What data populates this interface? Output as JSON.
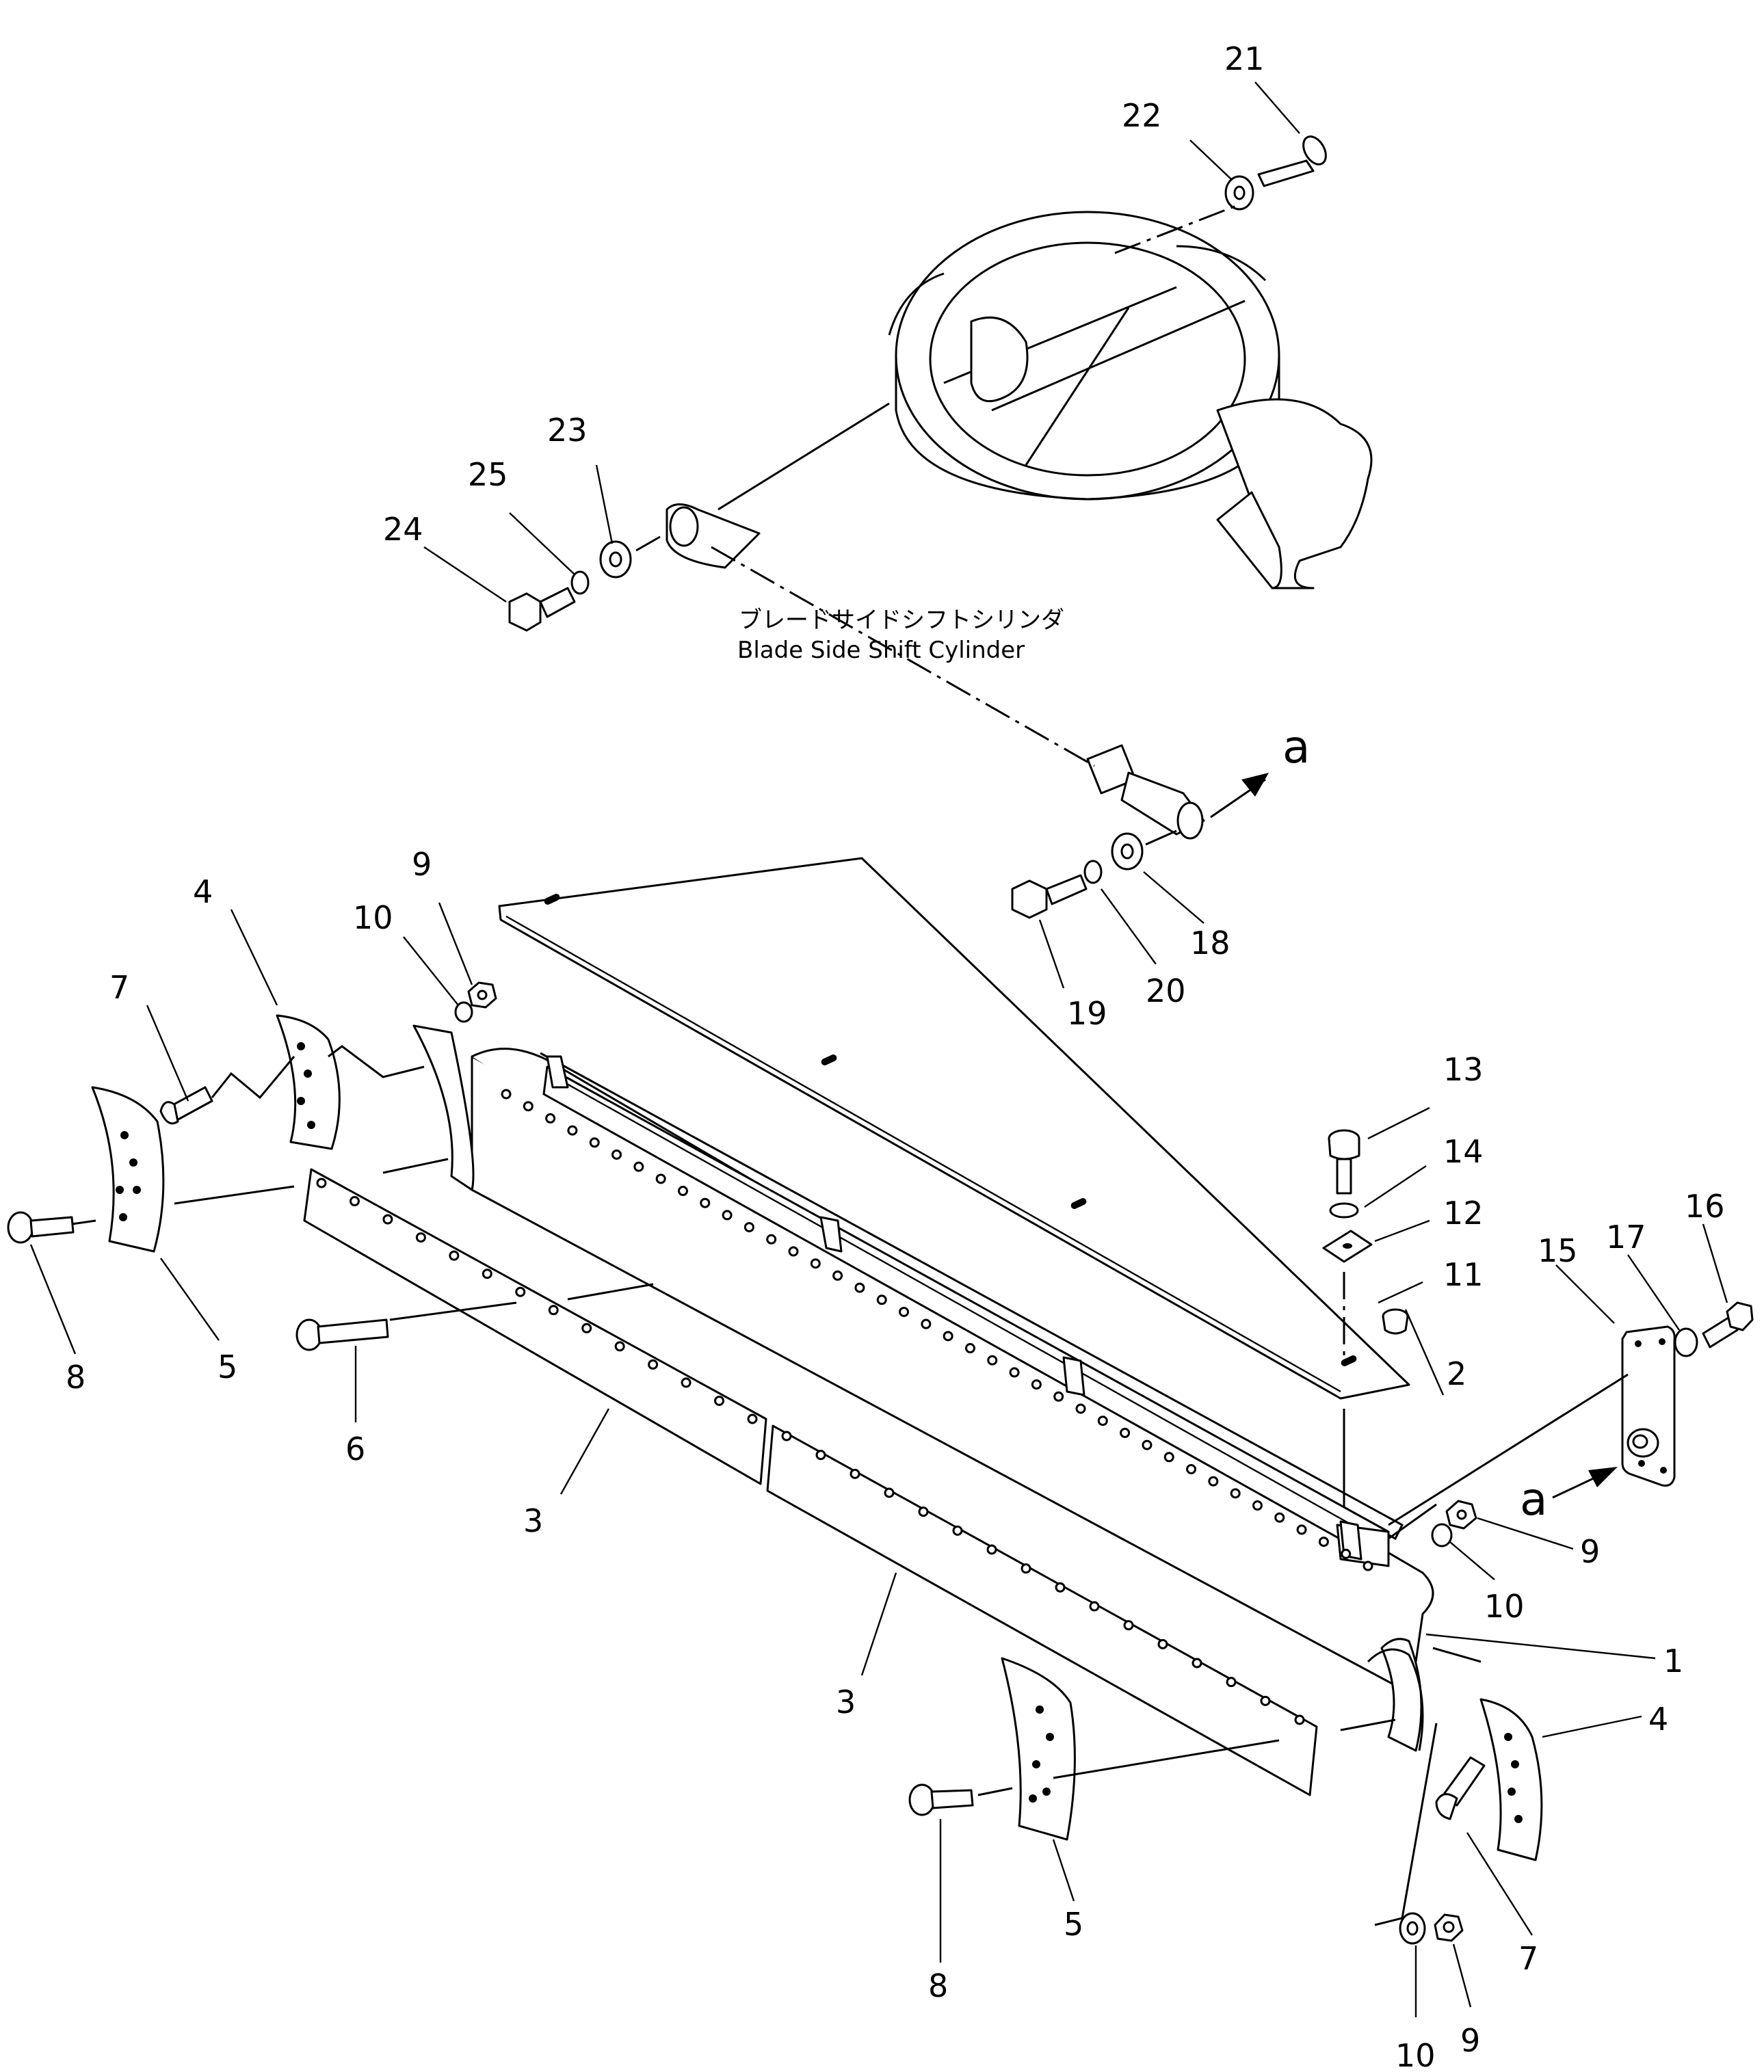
{
  "cylinder_label_jp": "ブレードサイドシフトシリンダ",
  "cylinder_label_en": "Blade Side Shift Cylinder",
  "arrow_label_top": "a",
  "arrow_label_right": "a",
  "callouts": {
    "p21": "21",
    "p22": "22",
    "p23": "23",
    "p25": "25",
    "p24": "24",
    "p18": "18",
    "p19": "19",
    "p20": "20",
    "p9a": "9",
    "p10a": "10",
    "p4a": "4",
    "p7a": "7",
    "p8a": "8",
    "p5a": "5",
    "p6": "6",
    "p3a": "3",
    "p3b": "3",
    "p13": "13",
    "p14": "14",
    "p12": "12",
    "p11": "11",
    "p2": "2",
    "p16": "16",
    "p17": "17",
    "p15": "15",
    "p9b": "9",
    "p10b": "10",
    "p1": "1",
    "p4b": "4",
    "p7b": "7",
    "p8b": "8",
    "p5b": "5",
    "p10c": "10",
    "p9c": "9"
  }
}
